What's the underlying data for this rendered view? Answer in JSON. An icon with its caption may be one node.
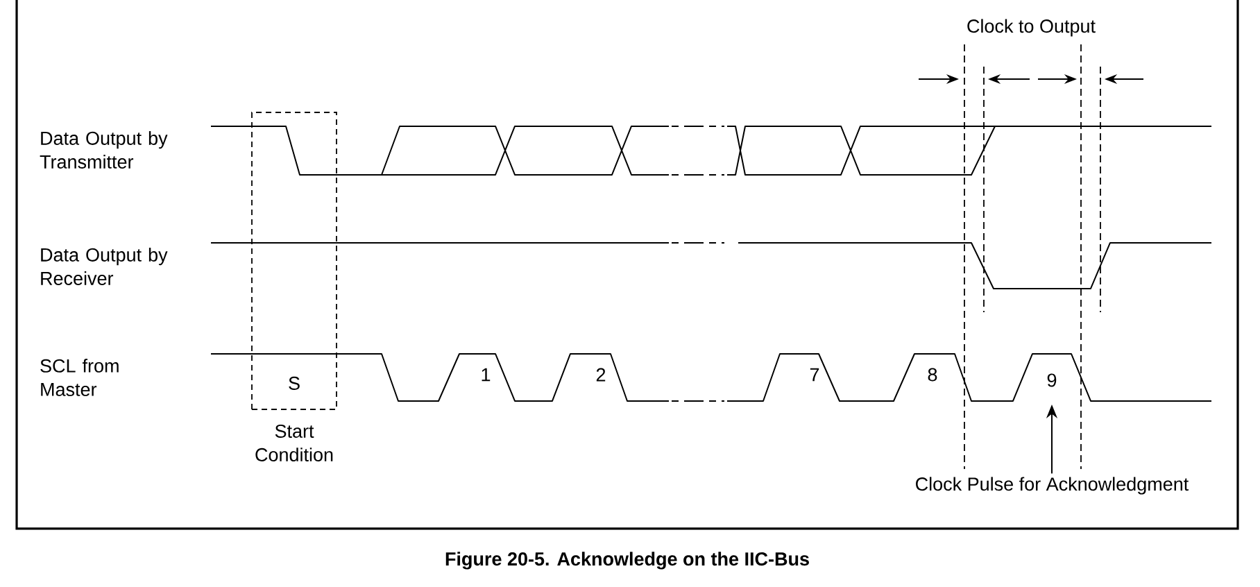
{
  "diagram": {
    "caption": "Figure 20-5. Acknowledge on the IIC-Bus",
    "nodes": [
      {
        "text": [
          "S"
        ],
        "beside": [
          "Start Condition"
        ]
      },
      {
        "text": [
          "Clock Pulse for Acknowledgment"
        ]
      },
      {
        "text": [
          "9"
        ]
      }
    ],
    "edges": [
      {
        "from": 1,
        "to": 2,
        "arrow": "to"
      }
    ],
    "labels": [
      "Clock to Output",
      "Data Output by Transmitter",
      "Data Output by Receiver",
      "SCL from Master",
      "1",
      "2",
      "7",
      "8"
    ]
  }
}
